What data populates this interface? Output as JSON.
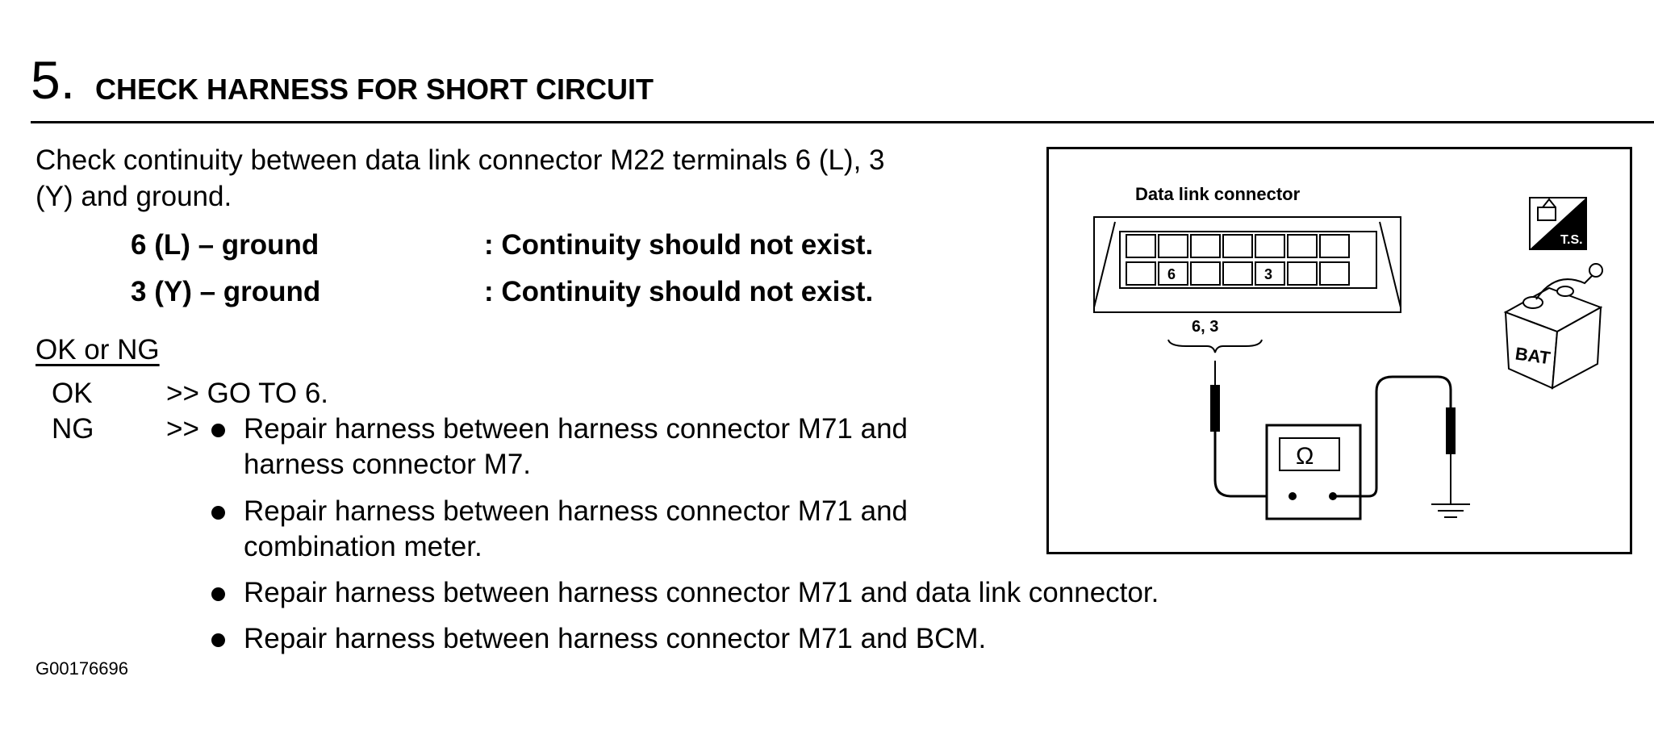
{
  "step": {
    "number": "5.",
    "title": "CHECK HARNESS FOR SHORT CIRCUIT"
  },
  "instruction": {
    "line1": "Check continuity between data link connector M22 terminals 6 (L), 3",
    "line2": "(Y) and ground."
  },
  "criteria": [
    {
      "pair": "6 (L) – ground",
      "result": ": Continuity should not exist."
    },
    {
      "pair": "3 (Y) – ground",
      "result": ": Continuity should not exist."
    }
  ],
  "ok_or_ng": "OK or NG",
  "results": {
    "ok": {
      "label": "OK",
      "action": ">> GO TO 6."
    },
    "ng": {
      "label": "NG",
      "arrow": ">>",
      "actions": [
        {
          "line1": "Repair harness between harness connector M71 and",
          "line2": "harness connector M7."
        },
        {
          "line1": "Repair harness between harness connector M71 and",
          "line2": "combination meter."
        },
        {
          "line1": "Repair harness between harness connector M71 and  data link connector.",
          "line2": ""
        },
        {
          "line1": "Repair harness between harness connector M71 and BCM.",
          "line2": ""
        }
      ]
    }
  },
  "figure": {
    "connector_label": "Data link connector",
    "terminal_6": "6",
    "terminal_3": "3",
    "probe_label": "6, 3",
    "ohm_symbol": "Ω",
    "ts_label": "T.S.",
    "battery_label": "BAT"
  },
  "figure_id": "G00176696"
}
